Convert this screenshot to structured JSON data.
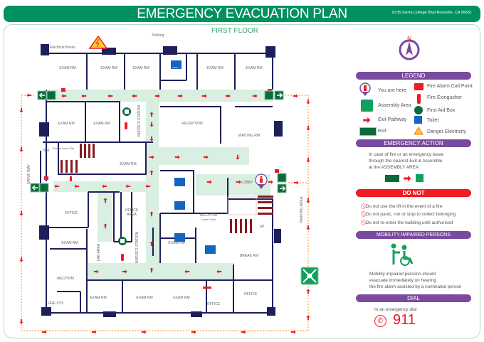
{
  "header": {
    "title": "EMERGENCY EVACUATION PLAN",
    "address": "8735 Sierra College Blvd Roseville, CA  95661"
  },
  "plan": {
    "floor_title": "FIRST FLOOR",
    "parking_top": "Parking",
    "electrical_boxes": "Electrical Boxes",
    "drive_way": "DRIVE WAY",
    "parking_area": "PARKING AREA",
    "toilet": "TOILET",
    "up": "UP",
    "under_stair": "Under Stair",
    "compass_north": "N",
    "rooms": [
      "EXAM RM",
      "EXAM RM",
      "EXAM RM",
      "EXAM RM",
      "EXAM RM",
      "EXAM RM",
      "EXAM RM",
      "EXAM RM",
      "RECEPTION",
      "WAITING RM",
      "N/A",
      "Storage Under Stair",
      "OFFICE",
      "OFFICE",
      "NURSE'S STATION",
      "NURSE'S STATION",
      "LAB AREA",
      "EXAM RM",
      "MECH RM",
      "FIRE SYS",
      "EXAM RM",
      "EXAM RM",
      "EXAM RM",
      "EXAM RM",
      "MECH RM",
      "BREAK RM",
      "OFFICE",
      "OFFICE",
      "LOBBY",
      "AREA"
    ]
  },
  "legend": {
    "title": "LEGEND",
    "items": [
      "You are here",
      "Assembly Area",
      "Exit Pathway",
      "Exit",
      "Fire Alarm Call Point",
      "Fire Exingusher",
      "First Aid Box",
      "Toilet",
      "Danger Electricity"
    ]
  },
  "emergency_action": {
    "title": "EMERGENCY ACTION",
    "lines": [
      "In case of fire or an emergency leave",
      "through the nearest Exit & Assemble",
      "at the ASSEMBLY AREA"
    ]
  },
  "do_not": {
    "title": "DO NOT",
    "items": [
      "Do not use the lift in the event of a fire",
      "Do not panic, run or stop to collect belonging",
      "Do not re-enter the building until authorised"
    ]
  },
  "mobility": {
    "title": "MOBILITY IMPAIRED PERSONS",
    "lines": [
      "Mobility impaired persons should",
      "evacuate immediately on hearing",
      "the fire alarm assisted by a nominated person"
    ]
  },
  "dial": {
    "title": "DIAL",
    "caption": "In an emergency dial",
    "number": "911"
  },
  "colors": {
    "green": "#00915f",
    "purple": "#7a4a9e",
    "red": "#ee1c25",
    "navy": "#1c1f5a",
    "corridor": "#d9efe1",
    "path": "#f7a541"
  }
}
